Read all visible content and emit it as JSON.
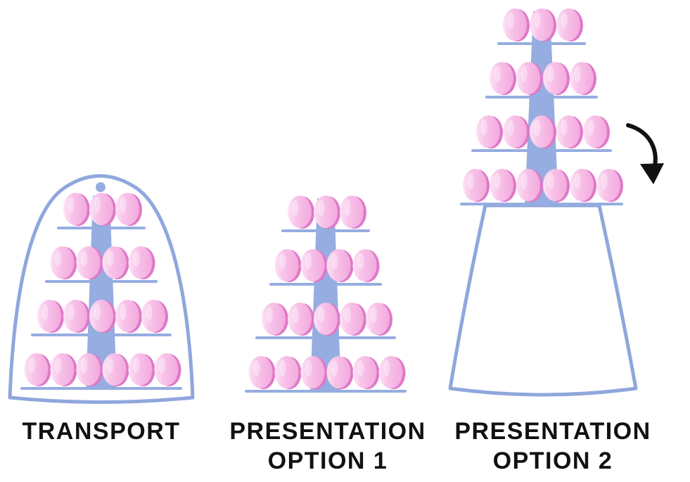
{
  "panels": [
    {
      "id": "transport",
      "label_lines": [
        "TRANSPORT"
      ],
      "tiers": [
        3,
        4,
        5,
        6
      ],
      "shape": "macaron tower inside a transport dome cover"
    },
    {
      "id": "presentation-option-1",
      "label_lines": [
        "PRESENTATION",
        "OPTION 1"
      ],
      "tiers": [
        3,
        4,
        5,
        6
      ],
      "shape": "macaron tower without cover"
    },
    {
      "id": "presentation-option-2",
      "label_lines": [
        "PRESENTATION",
        "OPTION 2"
      ],
      "tiers": [
        3,
        4,
        5,
        6
      ],
      "shape": "macaron tower placed on top of the inverted cover"
    }
  ],
  "colors": {
    "stand": "#95ade0",
    "outline": "#8fa7dc",
    "macaron": "#f6bde6",
    "macaron_edge": "#e078c8",
    "text": "#111111",
    "arrow": "#111111"
  },
  "icons": {
    "arrow": "curved-arrow-down-icon"
  }
}
